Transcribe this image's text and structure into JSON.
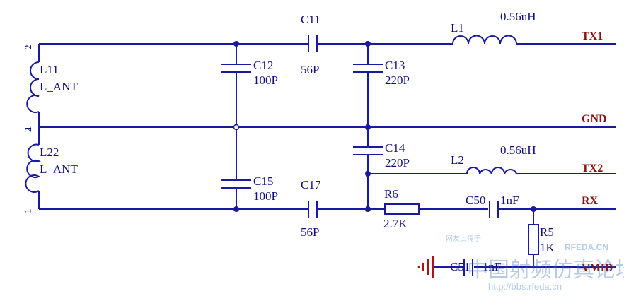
{
  "components": {
    "C11": {
      "ref": "C11",
      "value": "56P"
    },
    "C12": {
      "ref": "C12",
      "value": "100P"
    },
    "C13": {
      "ref": "C13",
      "value": "220P"
    },
    "C14": {
      "ref": "C14",
      "value": "220P"
    },
    "C15": {
      "ref": "C15",
      "value": "100P"
    },
    "C17": {
      "ref": "C17",
      "value": "56P"
    },
    "C50": {
      "ref": "C50",
      "value": "1nF"
    },
    "C51": {
      "ref": "C51",
      "value": "1nF"
    },
    "L1": {
      "ref": "L1",
      "value": "0.56uH"
    },
    "L2": {
      "ref": "L2",
      "value": "0.56uH"
    },
    "L11": {
      "ref": "L11",
      "value": "L_ANT",
      "pin_top": "2",
      "pin_bottom": "1"
    },
    "L22": {
      "ref": "L22",
      "value": "L_ANT",
      "pin_top": "2",
      "pin_bottom": "1"
    },
    "R5": {
      "ref": "R5",
      "value": "1K"
    },
    "R6": {
      "ref": "R6",
      "value": "2.7K"
    }
  },
  "nets": {
    "tx1": "TX1",
    "gnd": "GND",
    "tx2": "TX2",
    "rx": "RX",
    "vmid": "VMID"
  },
  "watermark": {
    "brand": "RFEDA.CN",
    "url": "http://bbs.rfeda.cn",
    "chinese": "中国射频仿真论坛",
    "tagline": "网友上传于"
  },
  "colors": {
    "wire": "#1a1aa0",
    "label": "#101080",
    "net_label": "#8b1010",
    "ground": "#b01010"
  }
}
